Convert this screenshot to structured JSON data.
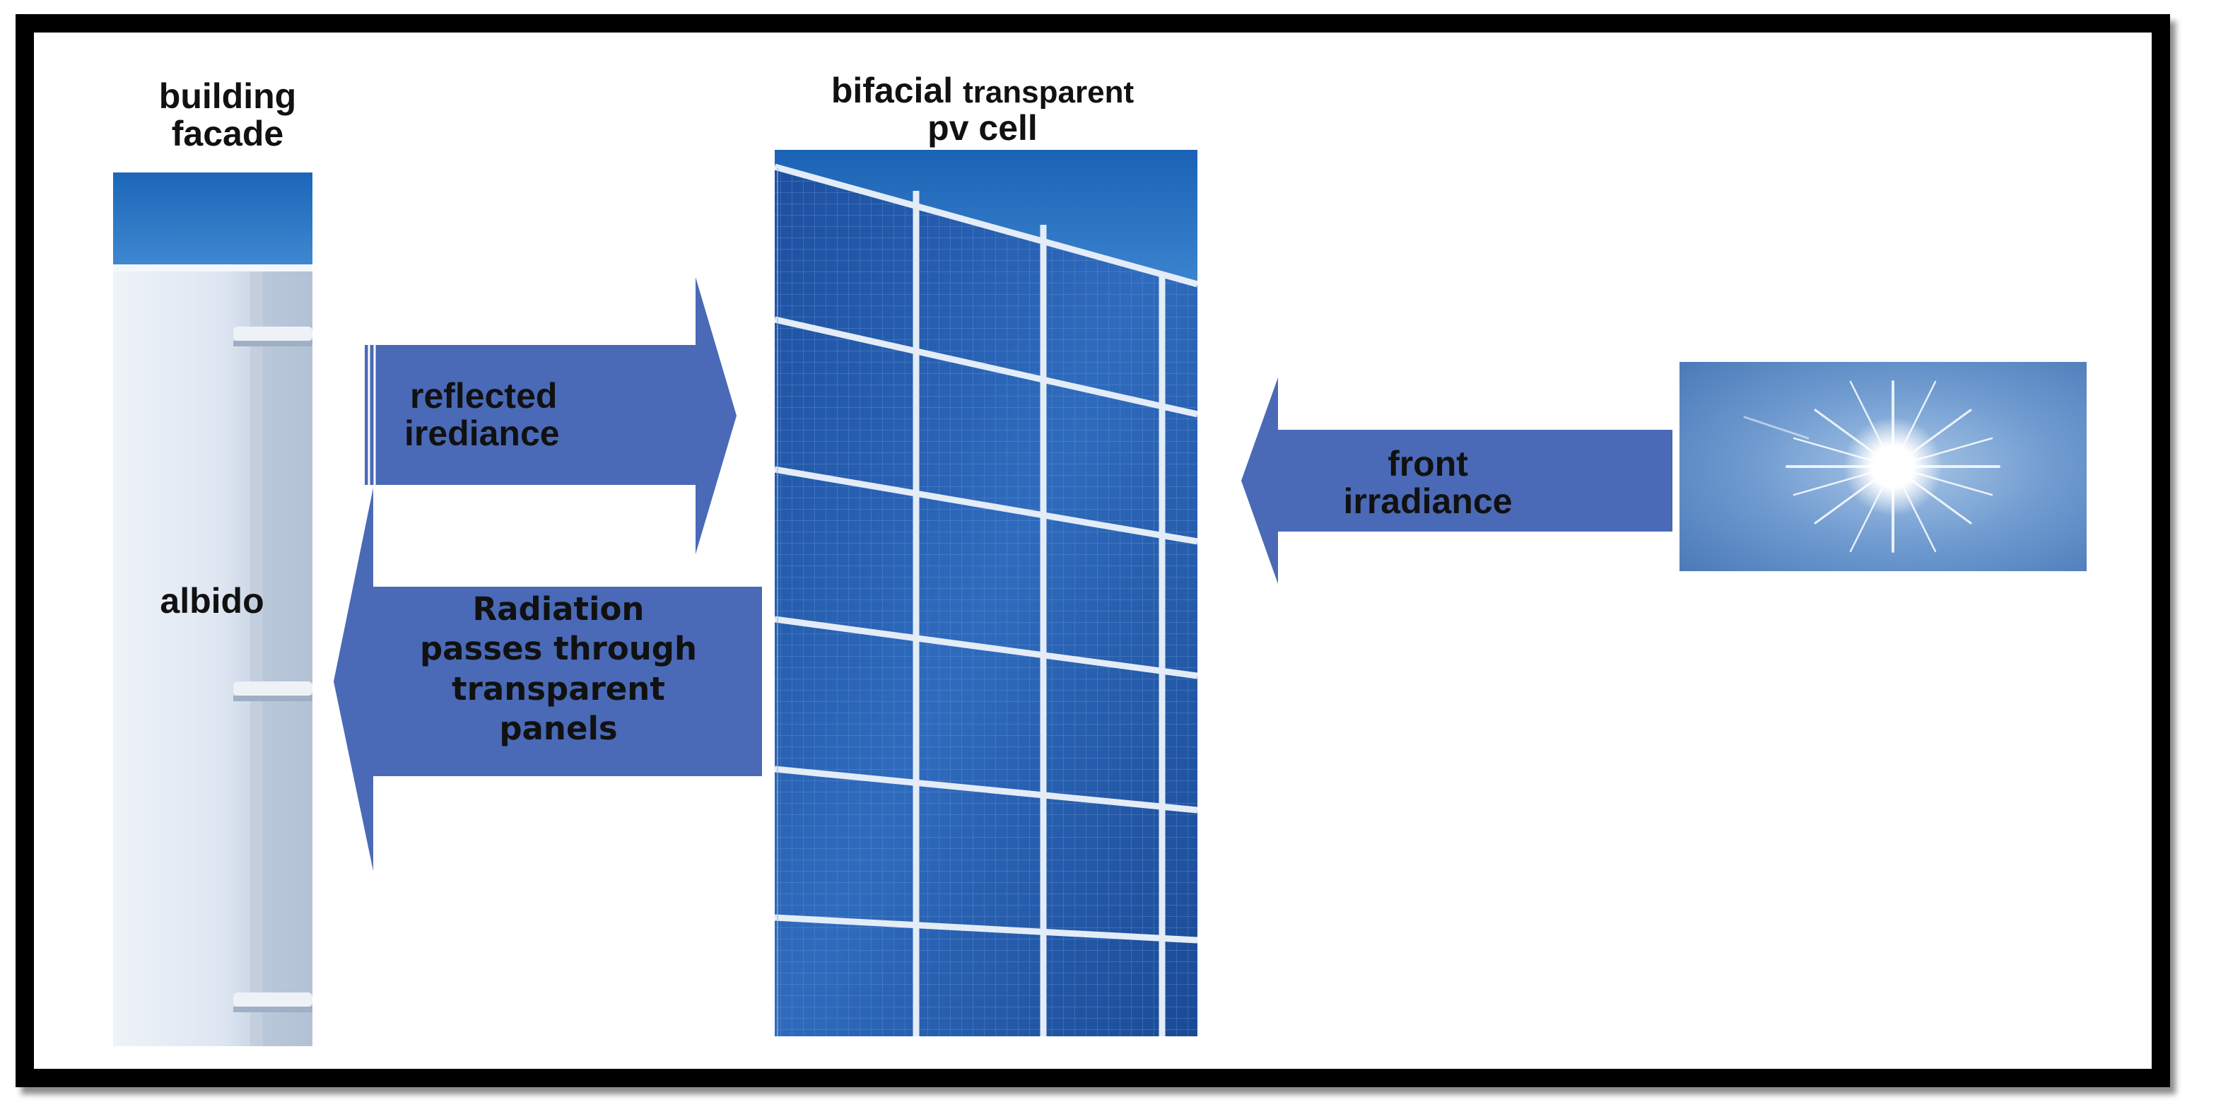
{
  "labels": {
    "building_facade": [
      "building",
      "facade"
    ],
    "pv_cell_line1_a": "bifacial",
    "pv_cell_line1_b": "transparent",
    "pv_cell_line2": "pv cell",
    "albido": "albido",
    "reflected": [
      "reflected",
      "irediance"
    ],
    "radiation": [
      "Radiation",
      "passes through",
      "transparent",
      "panels"
    ],
    "front": [
      "front",
      "irradiance"
    ]
  },
  "colors": {
    "arrow_blue": "#4a6ab7",
    "frame": "#000000",
    "sky_blue": "#2f73c2"
  },
  "icons": {
    "sun": "sun-icon",
    "facade": "building-facade-image",
    "pv": "solar-panel-image"
  }
}
